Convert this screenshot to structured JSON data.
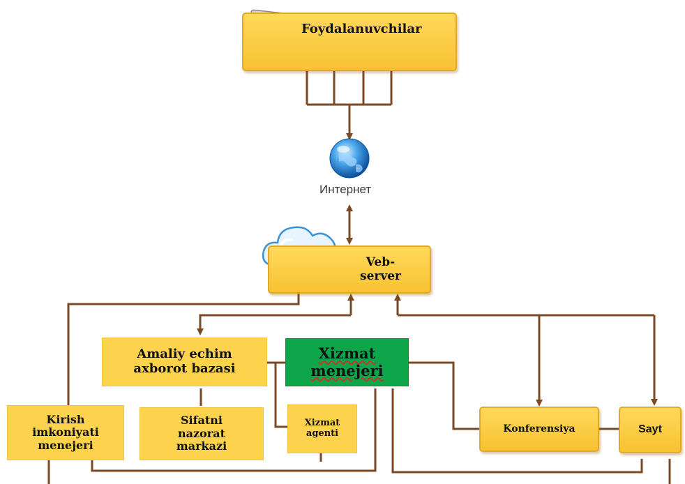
{
  "users": {
    "label": "Foydalanuvchilar"
  },
  "internet": {
    "label": "Интернет"
  },
  "webserver": {
    "label": "Veb-\nserver"
  },
  "kb": {
    "label": "Amaliy echim\naxborot bazasi"
  },
  "manager": {
    "label": "Xizmat\nmenejeri"
  },
  "access": {
    "label": "Kirish\nimkoniyati\nmenejeri"
  },
  "quality": {
    "label": "Sifatni\nnazorat\nmarkazi"
  },
  "agent": {
    "label": "Xizmat\nagenti"
  },
  "conference": {
    "label": "Konferensiya"
  },
  "site": {
    "label": "Sayt"
  },
  "colors": {
    "connector": "#7b4a25",
    "box": "#fdd24c",
    "box_border": "#e3a827",
    "manager": "#0ea64a"
  },
  "icons": [
    "monitor-icon",
    "globe-icon",
    "cloud-icon"
  ]
}
